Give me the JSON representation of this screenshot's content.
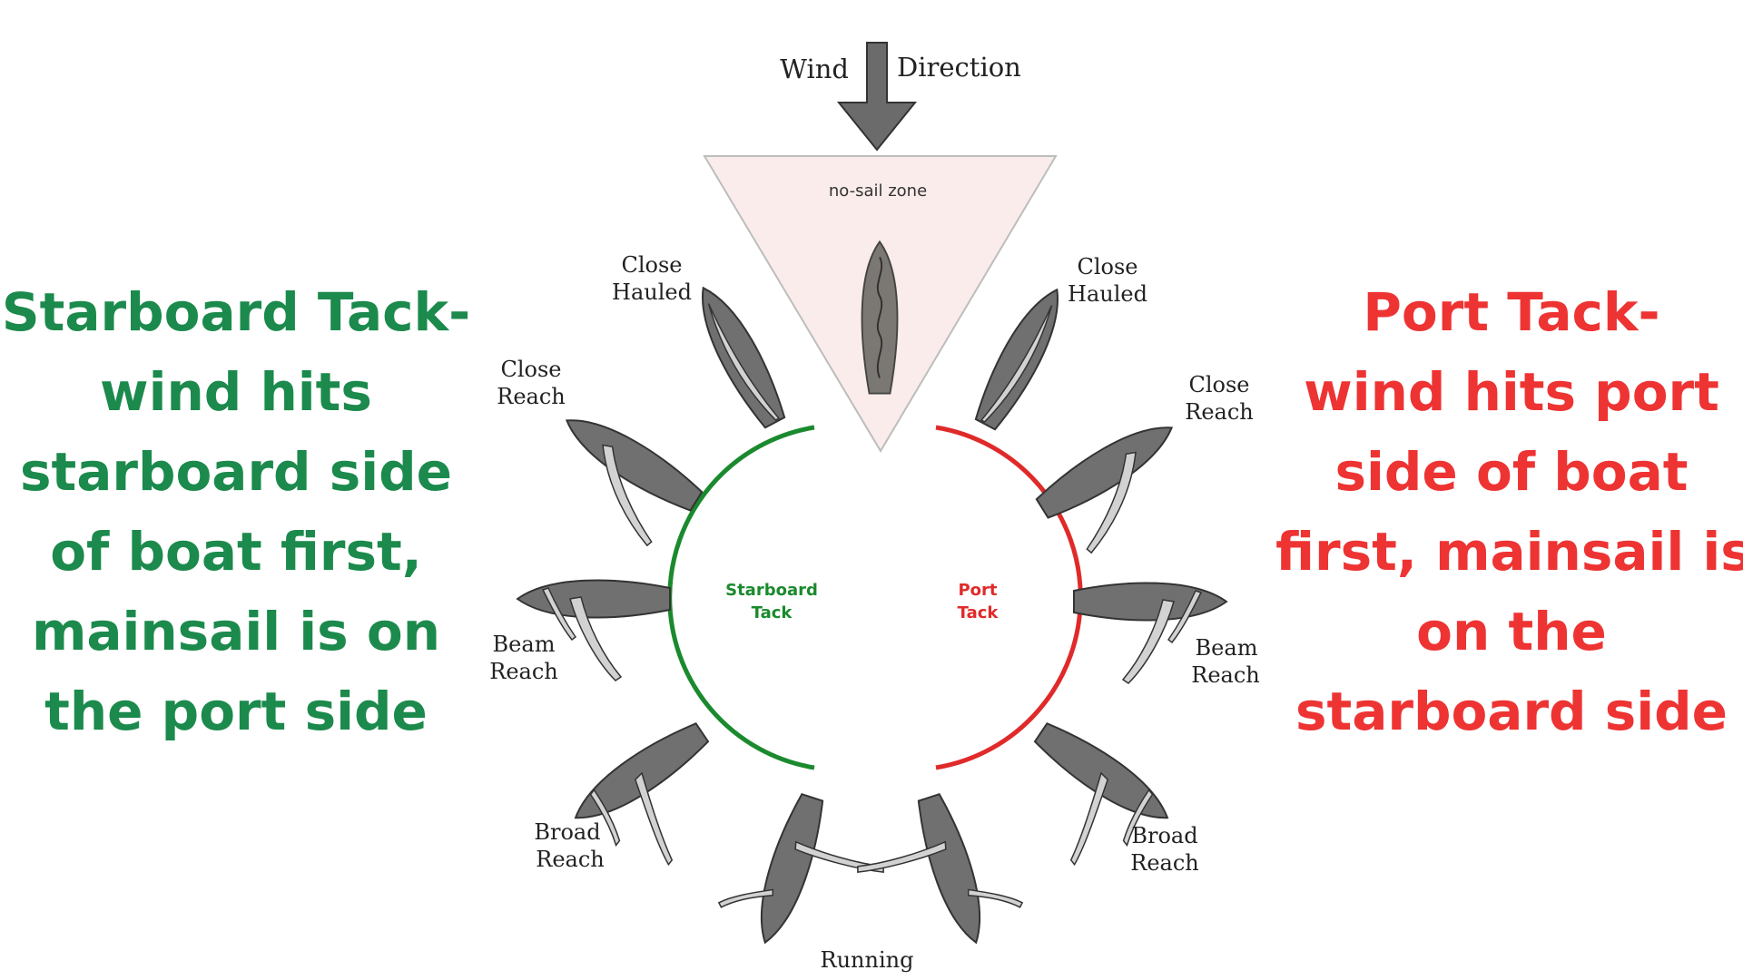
{
  "colors": {
    "starboard": "#1b8a4c",
    "port": "#ee3333",
    "hull": "#6e6e6e",
    "sail": "#d2d2d2",
    "no_sail_fill": "#f9ecea"
  },
  "left_text": {
    "lines": [
      "Starboard Tack-",
      "wind hits",
      "starboard side",
      "of boat first,",
      "mainsail is on",
      "the port side"
    ]
  },
  "right_text": {
    "lines": [
      "Port Tack-",
      "wind hits port",
      "side of boat",
      "first, mainsail is",
      "on the",
      "starboard side"
    ]
  },
  "diagram": {
    "wind_left": "Wind",
    "wind_right": "Direction",
    "no_sail_zone": "no-sail zone",
    "starboard_tack": [
      "Starboard",
      "Tack"
    ],
    "port_tack": [
      "Port",
      "Tack"
    ],
    "left_labels": {
      "close_hauled": [
        "Close",
        "Hauled"
      ],
      "close_reach": [
        "Close",
        "Reach"
      ],
      "beam_reach": [
        "Beam",
        "Reach"
      ],
      "broad_reach": [
        "Broad",
        "Reach"
      ]
    },
    "right_labels": {
      "close_hauled": [
        "Close",
        "Hauled"
      ],
      "close_reach": [
        "Close",
        "Reach"
      ],
      "beam_reach": [
        "Beam",
        "Reach"
      ],
      "broad_reach": [
        "Broad",
        "Reach"
      ]
    },
    "running": "Running"
  }
}
